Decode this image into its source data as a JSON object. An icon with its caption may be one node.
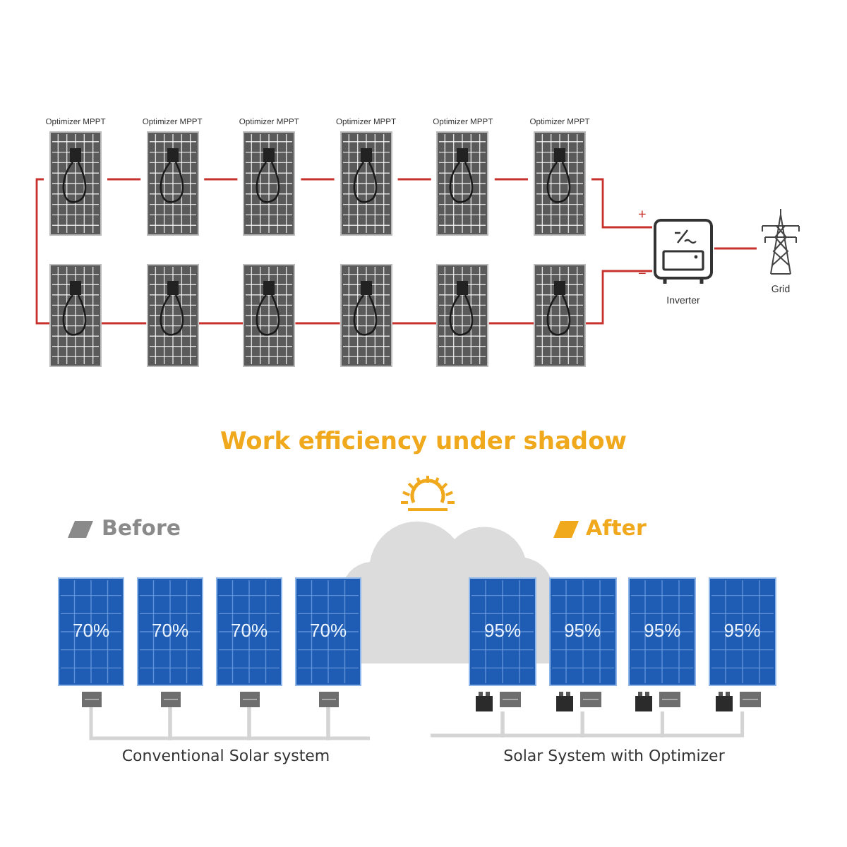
{
  "diagram": {
    "nodes": [
      {
        "text": [
          "Optimizer MPPT"
        ]
      },
      {
        "text": [
          "Optimizer MPPT"
        ]
      },
      {
        "text": [
          "Optimizer MPPT"
        ]
      },
      {
        "text": [
          "Optimizer MPPT"
        ]
      },
      {
        "text": [
          "Optimizer MPPT"
        ]
      },
      {
        "text": [
          "Optimizer MPPT"
        ]
      },
      {
        "text": [],
        "shape": "picture"
      },
      {
        "text": [],
        "shape": "picture"
      },
      {
        "text": [],
        "shape": "picture"
      },
      {
        "text": [],
        "shape": "picture"
      },
      {
        "text": [],
        "shape": "picture"
      },
      {
        "text": [],
        "shape": "picture"
      },
      {
        "text": [
          "Inverter"
        ]
      },
      {
        "text": [
          "Grid"
        ]
      },
      {
        "text": [
          "70%"
        ]
      },
      {
        "text": [
          "70%"
        ]
      },
      {
        "text": [
          "70%"
        ]
      },
      {
        "text": [
          "70%"
        ]
      },
      {
        "text": [
          "95%"
        ]
      },
      {
        "text": [
          "95%"
        ]
      },
      {
        "text": [
          "95%"
        ]
      },
      {
        "text": [
          "95%"
        ]
      }
    ],
    "edges": [
      {
        "from": 0,
        "to": 1,
        "arrow": "none"
      },
      {
        "from": 1,
        "to": 2,
        "arrow": "none"
      },
      {
        "from": 2,
        "to": 3,
        "arrow": "none"
      },
      {
        "from": 3,
        "to": 4,
        "arrow": "none"
      },
      {
        "from": 4,
        "to": 5,
        "arrow": "none"
      },
      {
        "from": 5,
        "to": 12,
        "arrow": "none"
      },
      {
        "from": 6,
        "to": 7,
        "arrow": "none"
      },
      {
        "from": 7,
        "to": 8,
        "arrow": "none"
      },
      {
        "from": 8,
        "to": 9,
        "arrow": "none"
      },
      {
        "from": 9,
        "to": 10,
        "arrow": "none"
      },
      {
        "from": 10,
        "to": 11,
        "arrow": "none"
      },
      {
        "from": 11,
        "to": 12,
        "arrow": "none"
      },
      {
        "from": 0,
        "to": 6,
        "arrow": "none"
      },
      {
        "from": 12,
        "to": 13,
        "arrow": "none"
      },
      {
        "from": 14,
        "to": 15,
        "arrow": "none",
        "color": "#d4d4d4"
      },
      {
        "from": 15,
        "to": 16,
        "arrow": "none",
        "color": "#d4d4d4"
      },
      {
        "from": 16,
        "to": 17,
        "arrow": "none",
        "color": "#d4d4d4"
      },
      {
        "from": 17,
        "to": null,
        "arrow": "none",
        "color": "#d4d4d4"
      },
      {
        "from": null,
        "to": 18,
        "arrow": "none",
        "color": "#d4d4d4"
      },
      {
        "from": 18,
        "to": 19,
        "arrow": "none",
        "color": "#d4d4d4"
      },
      {
        "from": 19,
        "to": 20,
        "arrow": "none",
        "color": "#d4d4d4"
      },
      {
        "from": 20,
        "to": 21,
        "arrow": "none",
        "color": "#d4d4d4"
      }
    ],
    "labels": [
      "+",
      "−",
      "Work efficiency under shadow",
      "Before",
      "After",
      "Conventional Solar system",
      "Solar System with Optimizer"
    ]
  }
}
